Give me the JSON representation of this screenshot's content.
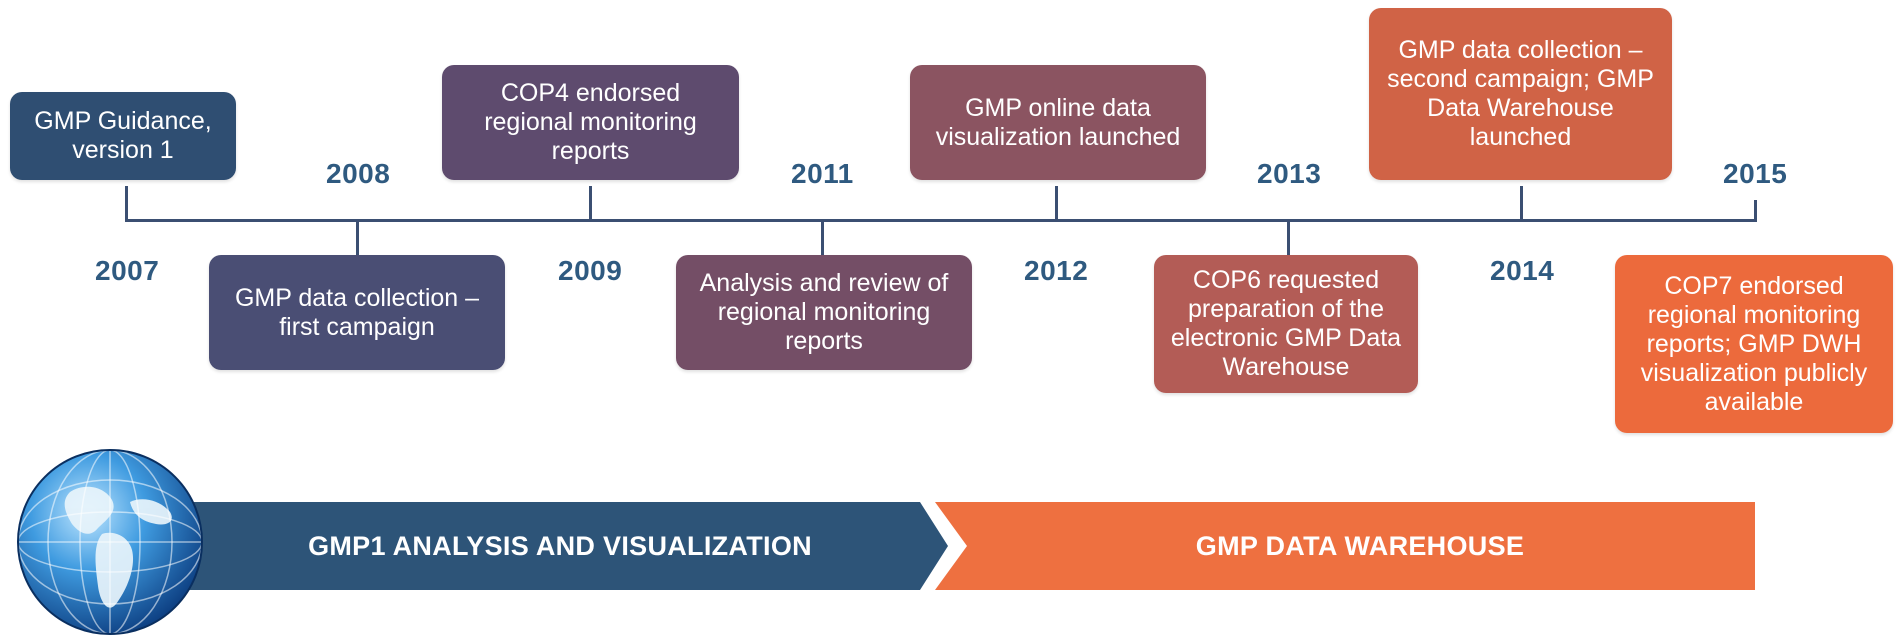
{
  "events": [
    {
      "year": "2007",
      "text": "GMP Guidance, version 1",
      "color": "#2f4e72"
    },
    {
      "year": "2008",
      "text": "GMP data collection – first campaign",
      "color": "#4a4e74"
    },
    {
      "year": "2009",
      "text": "COP4 endorsed regional monitoring reports",
      "color": "#5e4b6e"
    },
    {
      "year": "2011",
      "text": "Analysis and review of regional monitoring reports",
      "color": "#744e66"
    },
    {
      "year": "2012",
      "text": "GMP online data visualization launched",
      "color": "#8b5461"
    },
    {
      "year": "2013",
      "text": "COP6 requested preparation of the electronic GMP Data Warehouse",
      "color": "#b35c56"
    },
    {
      "year": "2014",
      "text": "GMP data collection – second campaign; GMP Data Warehouse launched",
      "color": "#d06346"
    },
    {
      "year": "2015",
      "text": "COP7 endorsed regional monitoring reports; GMP DWH visualization publicly available",
      "color": "#ec6a3c"
    }
  ],
  "phases": [
    {
      "label": "GMP1 ANALYSIS AND VISUALIZATION",
      "color": "#2d5478"
    },
    {
      "label": "GMP DATA WAREHOUSE",
      "color": "#ee7040"
    }
  ],
  "globe_icon": "globe-icon"
}
